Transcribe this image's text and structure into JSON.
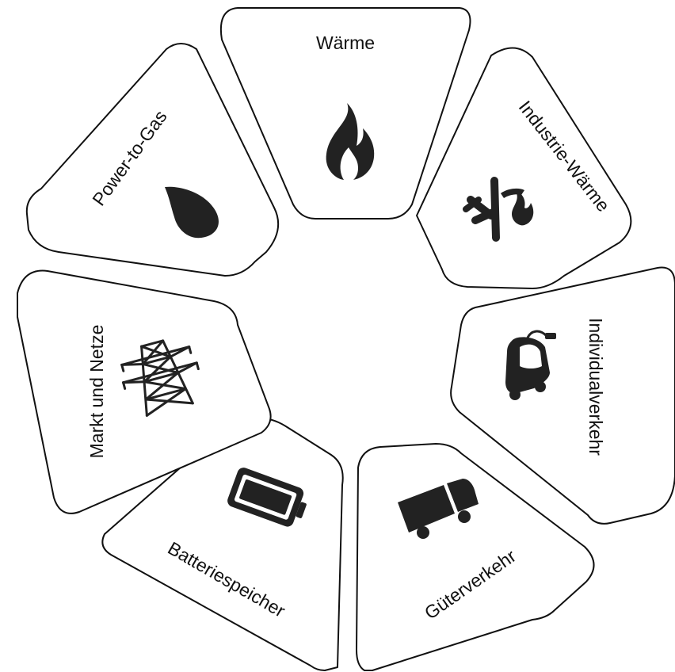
{
  "segments": {
    "waerme": {
      "label": "Wärme",
      "icon": "flame-icon"
    },
    "industrie_waerme": {
      "label": "Industrie-Wärme",
      "icon": "industrial-heat-icon"
    },
    "individualverkehr": {
      "label": "Individualverkehr",
      "icon": "electric-car-icon"
    },
    "gueterverkehr": {
      "label": "Güterverkehr",
      "icon": "truck-icon"
    },
    "batteriespeicher": {
      "label": "Batteriespeicher",
      "icon": "battery-icon"
    },
    "markt_und_netze": {
      "label": "Markt und Netze",
      "icon": "power-pylon-icon"
    },
    "power_to_gas": {
      "label": "Power-to-Gas",
      "icon": "drop-icon"
    }
  },
  "colors": {
    "stroke": "#111111",
    "icon": "#222222",
    "background": "#ffffff"
  }
}
